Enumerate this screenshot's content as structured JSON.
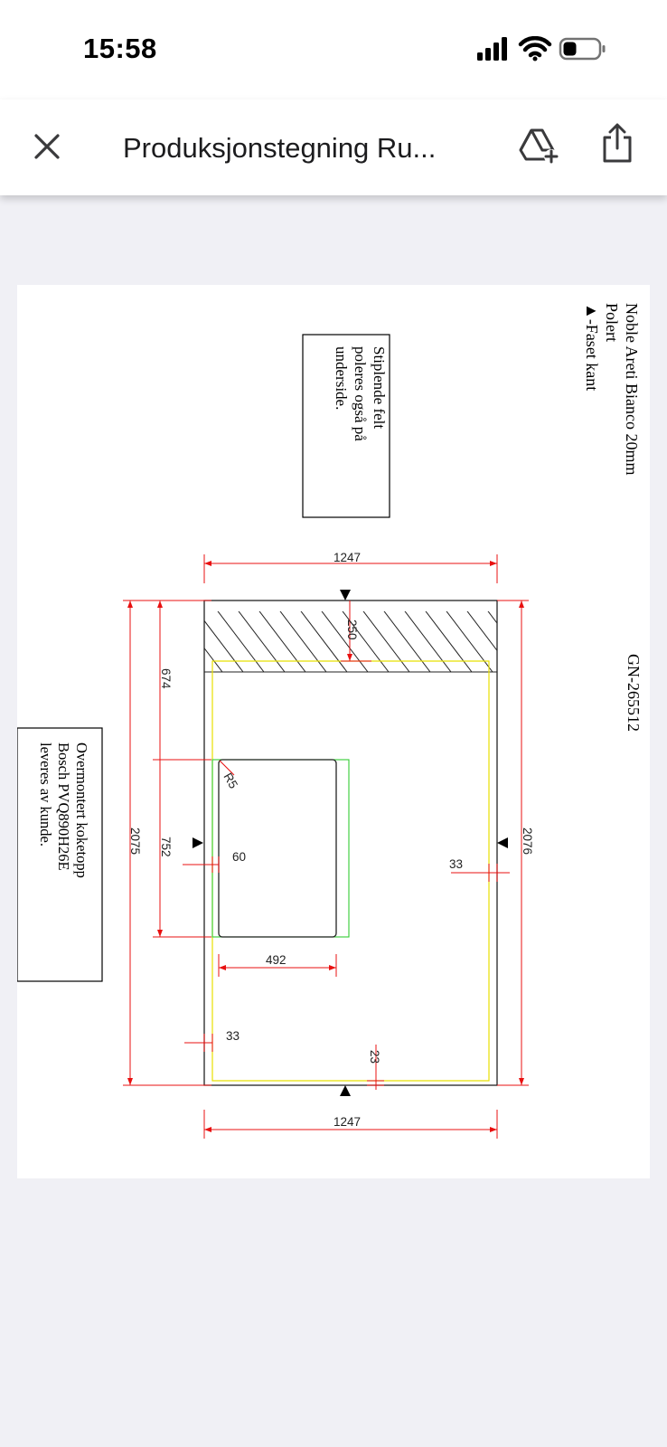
{
  "status": {
    "time": "15:58"
  },
  "nav": {
    "title": "Produksjonstegning Ru..."
  },
  "drawing": {
    "header_lines": [
      "Noble Areti Bianco 20mm",
      "Polert",
      "▲-Faset kant"
    ],
    "drawing_number": "GN-265512",
    "note_top": [
      "Stiplende felt",
      "poleres også på",
      "underside."
    ],
    "note_bottom": [
      "Overmontert koketopp",
      "Bosch PVQ890H26E",
      "leveres av kunde."
    ],
    "dims": {
      "width_top": "1247",
      "width_bottom": "1247",
      "hatch_depth": "250",
      "left_span_a": "674",
      "left_span_b": "752",
      "overall_left": "2075",
      "overall_right": "2076",
      "radius": "R5",
      "offset_60": "60",
      "cutout_width": "492",
      "edge_right": "33",
      "edge_left_bottom": "33",
      "edge_bottom": "23"
    }
  }
}
